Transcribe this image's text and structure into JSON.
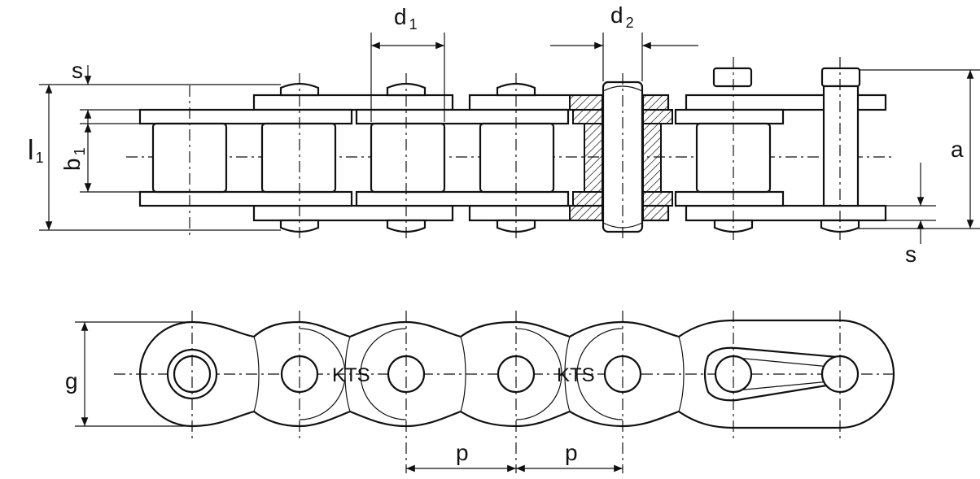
{
  "labels": {
    "d1": {
      "main": "d",
      "sub": "1"
    },
    "d2": {
      "main": "d",
      "sub": "2"
    },
    "s_top": "s",
    "s_bottom": "s",
    "l1": {
      "main": "l",
      "sub": "1"
    },
    "b1": {
      "main": "b",
      "sub": "1"
    },
    "a": "a",
    "g": "g",
    "p_left": "p",
    "p_right": "p",
    "brand_left": "KTS",
    "brand_right": "KTS"
  }
}
